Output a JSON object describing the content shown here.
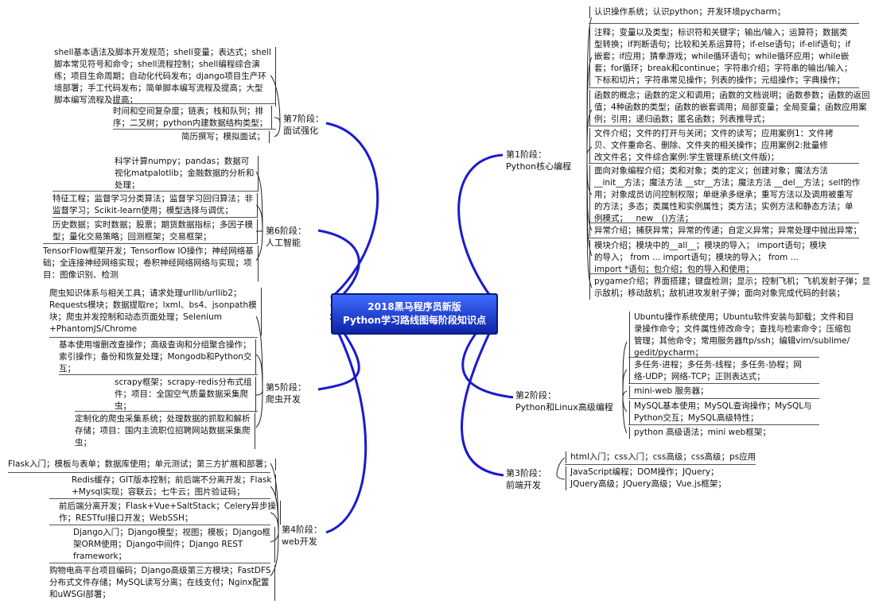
{
  "title": {
    "line1": "2018黑马程序员新版",
    "line2": "Python学习路线图每阶段知识点"
  },
  "stages": {
    "s1": {
      "label": "第1阶段：\nPython核心编程",
      "leaves": [
        "认识操作系统；认识python；开发环境pycharm；",
        "注释；变量以及类型；标识符和关键字；输出/输入；运算符；数据类\n型转换；if判断语句；比较和关系运算符；if-else语句；if-elif语句；if\n嵌套；if应用；猜拳游戏；while循环语句；while循环应用；while嵌\n套；for循环；break和continue；字符串介绍；字符串的输出/输入；\n下标和切片；字符串常见操作；列表的操作；元组操作；字典操作；",
        "函数的概念；函数的定义和调用；函数的文档说明；函数参数；函数的返回\n值；4种函数的类型；函数的嵌套调用；局部变量；全局变量；函数应用案\n例；引用；递归函数；匿名函数；列表推导式；",
        "文件介绍；文件的打开与关闭；文件的读写；应用案例1：文件拷\n贝、文件重命名、删除、文件夹的相关操作；应用案例2:批量修\n改文件名；文件综合案例:学生管理系统(文件版)；",
        "面向对象编程介绍；类和对象；类的定义；创建对象；魔法方法\n__init__方法；魔法方法 __str__方法；魔法方法 __del__方法；self的作\n用；对象成员访问控制权限；单继承多继承；重写方法以及调用被重写\n的方法；多态；类属性和实例属性；类方法；实例方法和静态方法；单\n例模式；__new__()方法；",
        "异常介绍；捕获异常；异常的传递；自定义异常；异常处理中抛出异常；",
        "模块介绍；模块中的__all__；模块的导入；  import语句；模块\n的导入；  from ... import语句；模块的导入；  from ...\nimport *语句；包介绍；包的导入和使用；",
        "pygame介绍；界面搭建；键盘检测；显示；控制飞机；飞机发射子弹；显\n示敌机；移动敌机；敌机进攻发射子弹；面向对象完成代码的封装；"
      ]
    },
    "s2": {
      "label": "第2阶段：\nPython和Linux高级编程",
      "leaves": [
        "Ubuntu操作系统使用；Ubuntu软件安装与卸载；文件和目\n录操作命令；文件属性修改命令；查找与检索命令；压缩包\n管理；其他命令；常用服务器ftp/ssh；编辑vim/sublime/\ngedit/pycharm；",
        "多任务-进程；多任务-线程；多任务-协程；网\n络-UDP；网络-TCP；正则表达式；",
        "mini-web 服务器；",
        "MySQL基本使用；MySQL查询操作；MySQL与\nPython交互；MySQL高级特性；",
        "python 高级语法；mini web框架；"
      ]
    },
    "s3": {
      "label": "第3阶段：\n前端开发",
      "leaves": [
        "html入门；css入门；css高级；css高级；ps应用",
        "JavaScript编程；DOM操作；JQuery；\nJQuery高级；JQuery高级；Vue.js框架；"
      ]
    },
    "s4": {
      "label": "第4阶段：\nweb开发",
      "leaves": [
        "Flask入门；模板与表单；数据库使用；单元测试；第三方扩展和部署；",
        "Redis缓存；GIT版本控制；前后端不分离开发；Flask\n+Mysql实现；容联云；七牛云；图片验证码；",
        "前后端分离开发；Flask+Vue+SaltStack；Celery异步操\n作；RESTful接口开发；WebSSH；",
        "Django入门；Django模型；视图；模板；Django框\n架ORM使用；Django中间件；Django REST\nframework；",
        "购物电商平台项目编码；Django高级第三方模块；FastDFS\n分布式文件存储；MySQL读写分离；在线支付；Nginx配置\n和uWSGI部署；"
      ]
    },
    "s5": {
      "label": "第5阶段：\n爬虫开发",
      "leaves": [
        "爬虫知识体系与相关工具；请求处理urllib/urllib2；\nRequests模块；数据提取re；lxml、bs4、jsonpath模\n块；爬虫并发控制和动态页面处理；Selenium\n+PhantomJS/Chrome",
        "基本使用增删改查操作；高级查询和分组聚合操作；\n索引操作；备份和恢复处理；Mongodb和Python交\n互；",
        "scrapy框架；scrapy-redis分布式组\n件；项目：全国空气质量数据采集爬\n虫；",
        "定制化的爬虫采集系统；处理数据的抓取和解析\n存储；项目：国内主流职位招聘网站数据采集爬\n虫；"
      ]
    },
    "s6": {
      "label": "第6阶段：\n人工智能",
      "leaves": [
        "科学计算numpy；pandas；数据可\n视化matpalotlib；金融数据的分析和\n处理；",
        "特征工程；监督学习分类算法；监督学习回归算法；非\n监督学习；Scikit-learn使用；模型选择与调优；",
        "历史数据；实时数据；股票；期货数据指标；多因子模\n型；量化交易策略；回测框架；交易框架；",
        "TensorFlow框架开发；Tensorflow IO操作；神经网络基\n础；全连接神经网络实现；卷积神经网络网络与实现；项\n目：图像识别、检测"
      ]
    },
    "s7": {
      "label": "第7阶段：\n面试强化",
      "leaves": [
        "shell基本语法及脚本开发规范；shell变量；表达式；shell\n脚本常见符号和命令；shell流程控制；shell编程综合演\n练；项目生命周期；自动化代码发布；django项目生产环\n境部署；手工代码发布；简单脚本编写流程及提高；大型\n脚本编写流程及提高；",
        "时间和空间复杂度；链表；栈和队列；排\n序；二叉树；python内建数据结构类型；",
        "简历撰写；模拟面试；"
      ]
    }
  }
}
